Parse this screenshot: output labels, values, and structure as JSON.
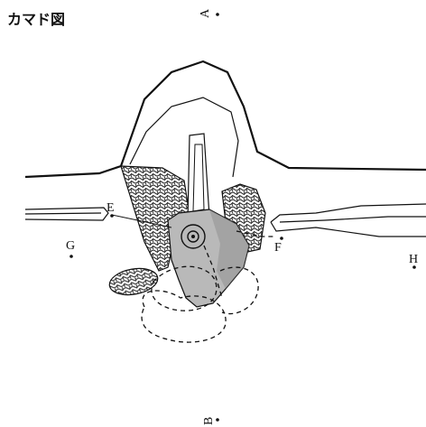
{
  "title": "カマド図",
  "labels": {
    "A": "A",
    "B": "B",
    "E": "E",
    "F": "F",
    "G": "G",
    "H": "H"
  },
  "colors": {
    "stroke": "#111111",
    "shade": "#b9b9b9",
    "shade_dark": "#8a8a8a",
    "texture": "#3a3a3a"
  }
}
